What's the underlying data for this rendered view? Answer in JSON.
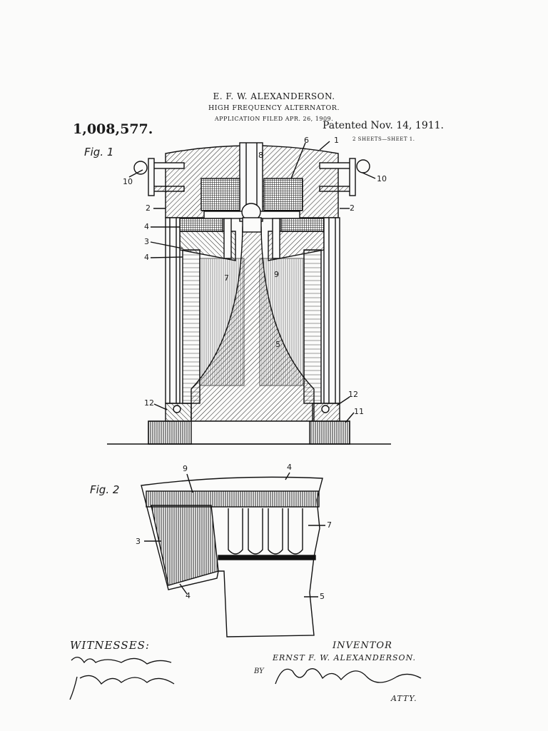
{
  "header": {
    "inventor": "E. F. W. ALEXANDERSON.",
    "title": "HIGH FREQUENCY ALTERNATOR.",
    "application": "APPLICATION FILED APR. 26, 1909.",
    "patent_number": "1,008,577.",
    "patent_date": "Patented Nov. 14, 1911.",
    "sheets": "2 SHEETS—SHEET 1."
  },
  "figures": {
    "fig1": {
      "label": "Fig. 1",
      "callouts": {
        "n1": "1",
        "n2a": "2",
        "n2b": "2",
        "n3": "3",
        "n4a": "4",
        "n4b": "4",
        "n5": "5",
        "n6": "6",
        "n7": "7",
        "n8": "8",
        "n9": "9",
        "n10a": "10",
        "n10b": "10",
        "n11": "11",
        "n12a": "12",
        "n12b": "12"
      }
    },
    "fig2": {
      "label": "Fig. 2",
      "callouts": {
        "n9": "9",
        "n4a": "4",
        "n3": "3",
        "n7": "7",
        "n4b": "4",
        "n5": "5"
      }
    }
  },
  "signatures": {
    "witnesses_label": "WITNESSES:",
    "inventor_label": "INVENTOR",
    "inventor_name": "ERNST F. W. ALEXANDERSON.",
    "by_label": "BY",
    "atty_label": "ATTY."
  }
}
